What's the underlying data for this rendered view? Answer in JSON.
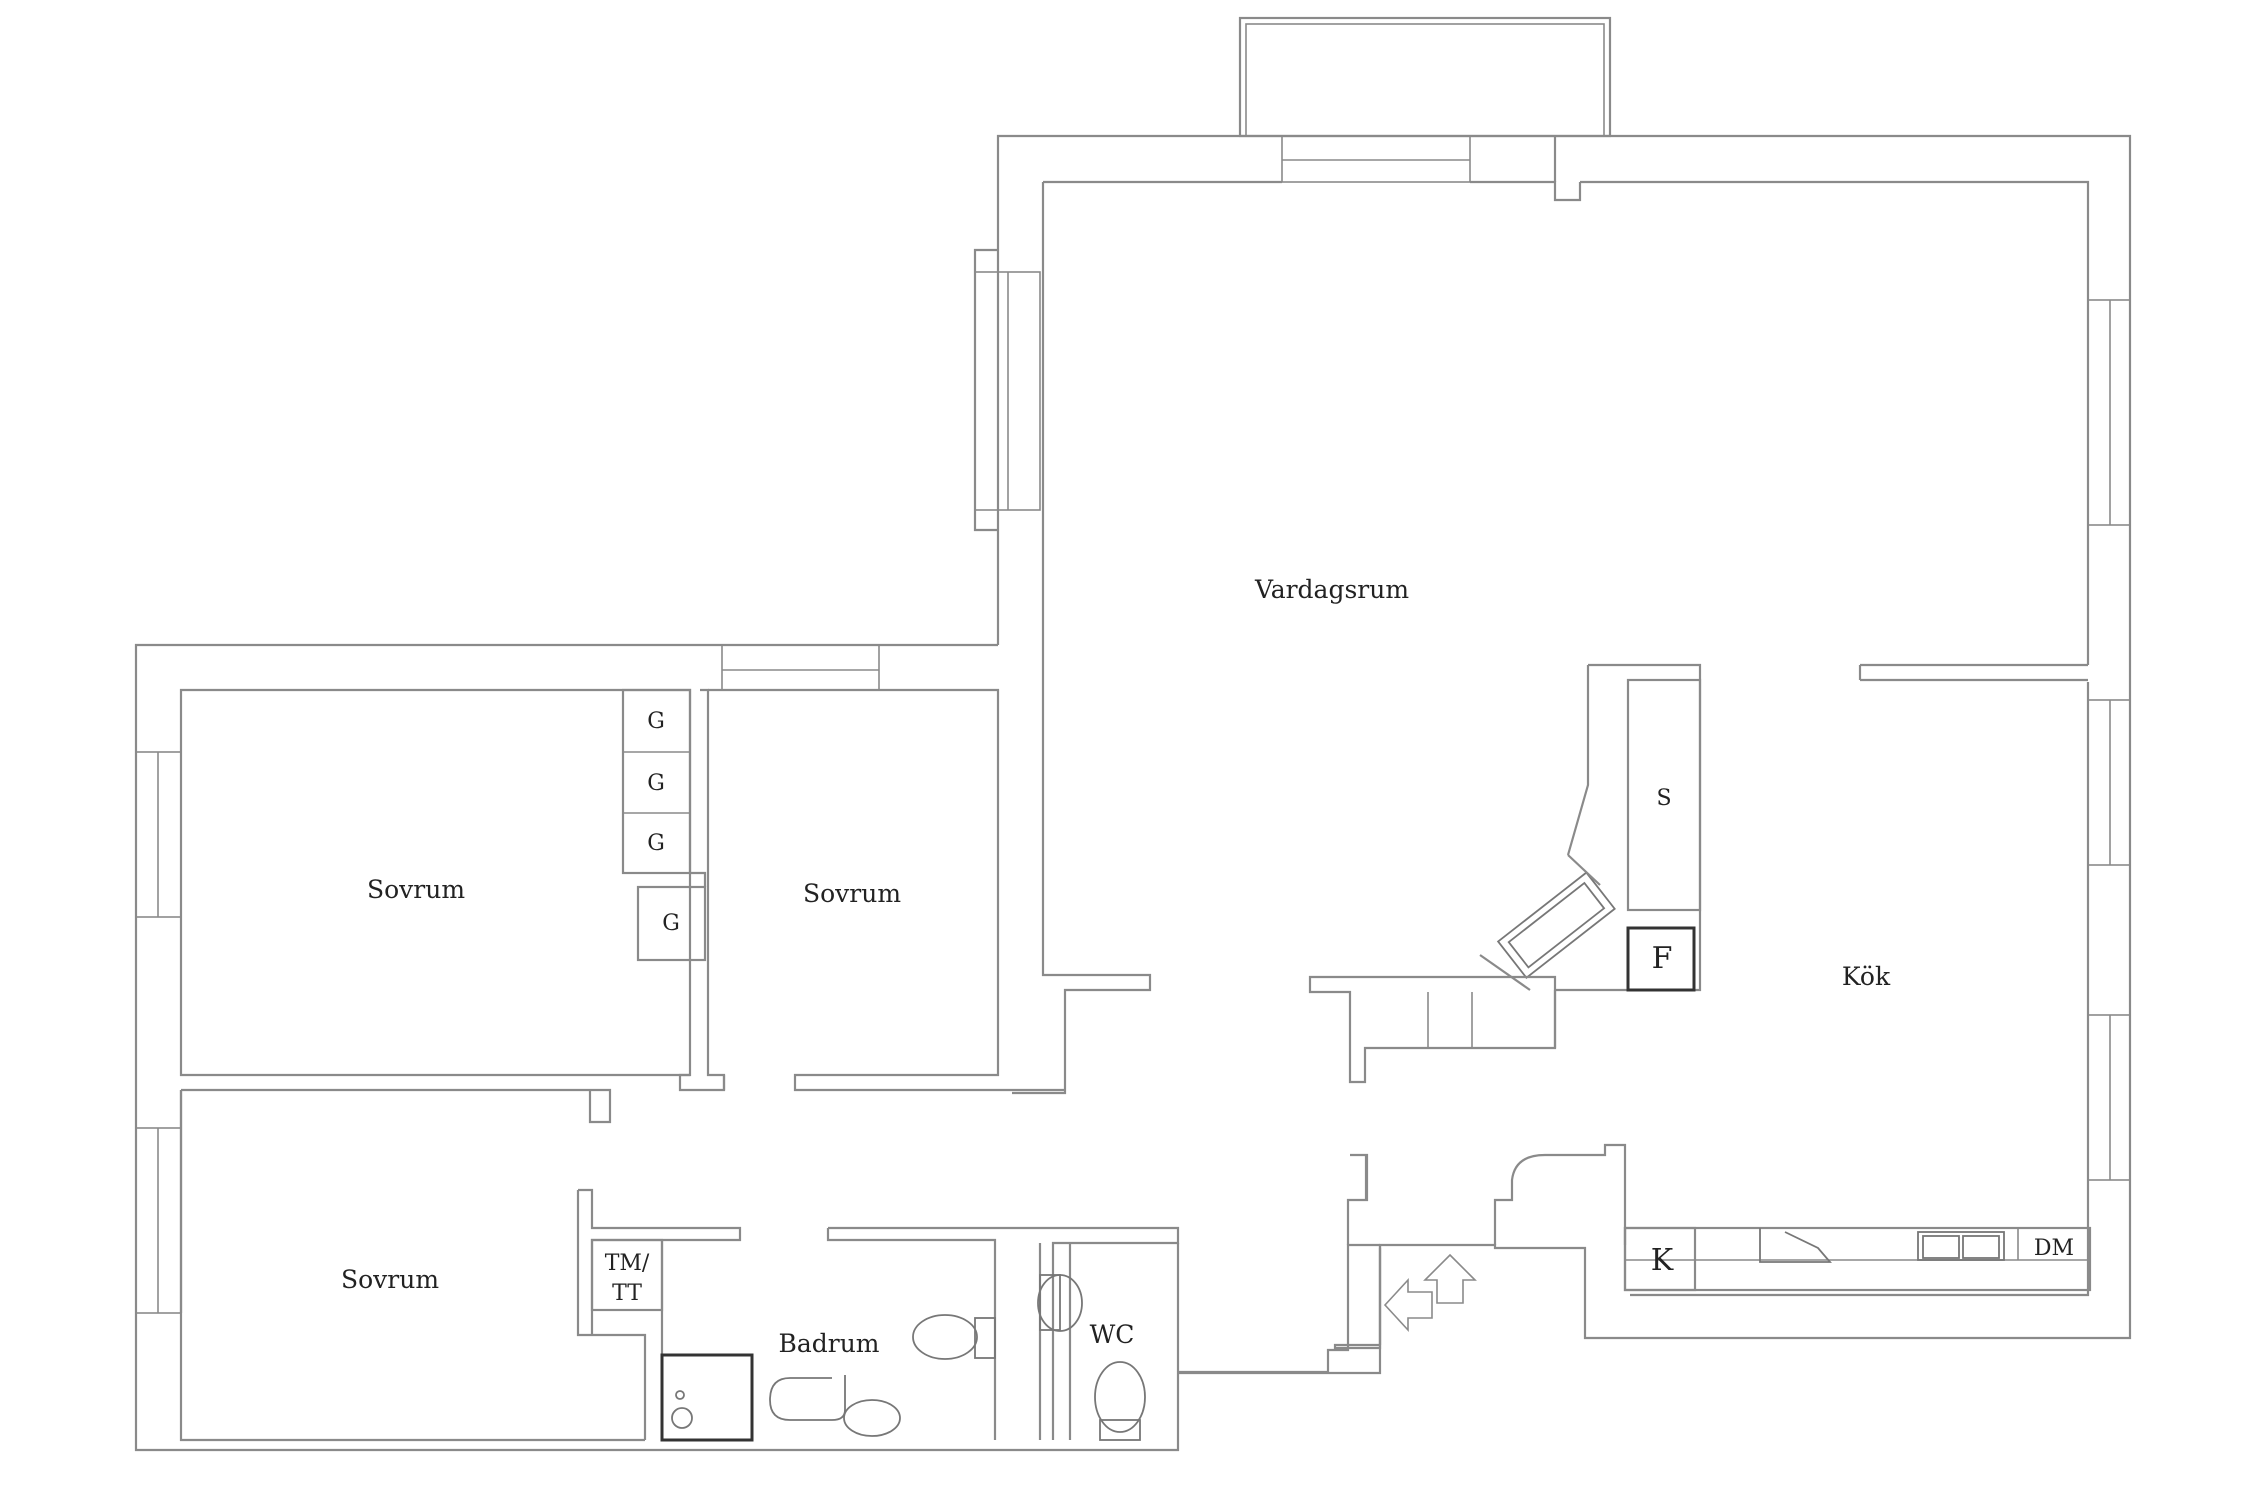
{
  "rooms": {
    "living": "Vardagsrum",
    "kitchen": "Kök",
    "bedroom_1": "Sovrum",
    "bedroom_2": "Sovrum",
    "bedroom_3": "Sovrum",
    "bathroom": "Badrum",
    "wc": "WC"
  },
  "fixtures": {
    "wardrobe_1": "G",
    "wardrobe_2": "G",
    "wardrobe_3": "G",
    "wardrobe_4": "G",
    "storage": "S",
    "fridge": "F",
    "freezer": "K",
    "dishwasher": "DM",
    "washer_line1": "TM/",
    "washer_line2": "TT"
  },
  "colors": {
    "wall": "#8a8a8a",
    "text": "#222222",
    "background": "#ffffff"
  }
}
